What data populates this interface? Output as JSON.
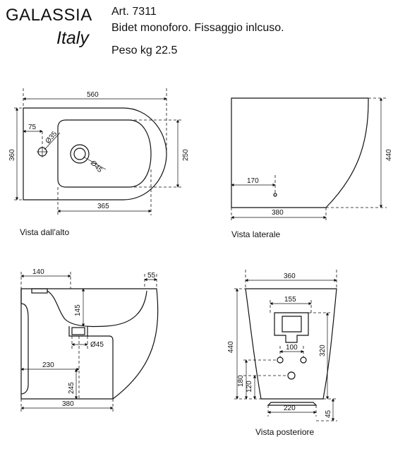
{
  "header": {
    "brand": "GALASSIA",
    "country": "Italy",
    "article": "Art. 7311",
    "description": "Bidet monoforo. Fissaggio inlcuso.",
    "weight": "Peso kg 22.5"
  },
  "views": {
    "top": {
      "caption": "Vista dall'alto",
      "dims": {
        "length": "560",
        "width": "360",
        "offset": "75",
        "hole1": "Ø35",
        "hole2": "Ø45",
        "bowl": "250",
        "base": "365"
      }
    },
    "side": {
      "caption": "Vista laterale",
      "dims": {
        "height": "440",
        "inlet": "170",
        "base": "380"
      }
    },
    "section": {
      "dims": {
        "top_offset": "140",
        "rim": "55",
        "drop": "145",
        "drain": "Ø45",
        "back": "230",
        "low": "245",
        "base": "380"
      }
    },
    "rear": {
      "caption": "Vista posteriore",
      "dims": {
        "width": "360",
        "outlet_w": "155",
        "bolt_spacing": "100",
        "height": "440",
        "outlet_h": "320",
        "bolt_h1": "180",
        "bolt_h2": "120",
        "base_w": "220",
        "base_h": "45"
      }
    }
  }
}
